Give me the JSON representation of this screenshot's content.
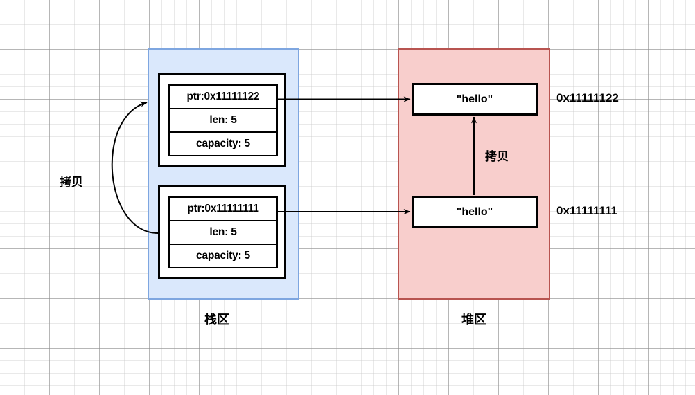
{
  "diagram": {
    "title_present": false,
    "regions": {
      "stack": {
        "caption": "栈区",
        "fill": "#dae8fc",
        "stroke": "#7ea6e0",
        "structs": [
          {
            "id": "upper",
            "rows": [
              "ptr:0x11111122",
              "len: 5",
              "capacity: 5"
            ]
          },
          {
            "id": "lower",
            "rows": [
              "ptr:0x11111111",
              "len: 5",
              "capacity: 5"
            ]
          }
        ]
      },
      "heap": {
        "caption": "堆区",
        "fill": "#f8cecc",
        "stroke": "#b85450",
        "boxes": [
          {
            "id": "upper",
            "value": "\"hello\"",
            "address": "0x11111122"
          },
          {
            "id": "lower",
            "value": "\"hello\"",
            "address": "0x11111111"
          }
        ]
      }
    },
    "edge_labels": {
      "copy_left": "拷贝",
      "copy_heap": "拷贝"
    },
    "colors": {
      "stack_fill": "#dae8fc",
      "stack_stroke": "#7ea6e0",
      "heap_fill": "#f8cecc",
      "heap_stroke": "#b85450",
      "box_stroke": "#000000",
      "box_fill": "#ffffff",
      "grid_minor": "#c8c8c8",
      "grid_major": "#8c8c8c"
    }
  }
}
